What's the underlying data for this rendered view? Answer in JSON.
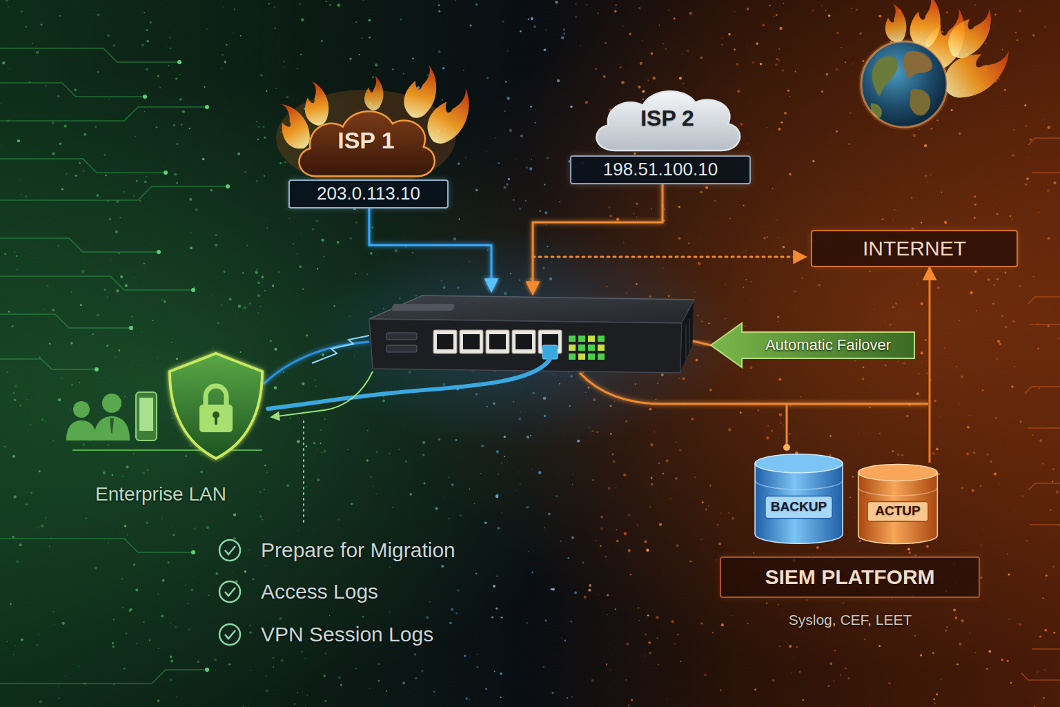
{
  "diagram": {
    "nodes": [
      {
        "text": [
          "ISP 1"
        ]
      },
      {
        "text": [
          "203.0.113.10"
        ]
      },
      {
        "text": [
          "ISP 2"
        ]
      },
      {
        "text": [
          "198.51.100.10"
        ]
      },
      {
        "text": [
          "INTERNET"
        ]
      },
      {
        "text": [
          "BACKUP"
        ]
      },
      {
        "text": [
          "ACTUP"
        ]
      },
      {
        "text": [
          "SIEM PLATFORM"
        ]
      }
    ],
    "edges": [
      {
        "from": 6,
        "to": 4,
        "arrow": "to"
      }
    ],
    "labels": [
      "Automatic Failover",
      "Enterprise LAN",
      "Prepare for Migration",
      "Access Logs",
      "VPN Session Logs",
      "Syslog, CEF, LEET"
    ]
  }
}
